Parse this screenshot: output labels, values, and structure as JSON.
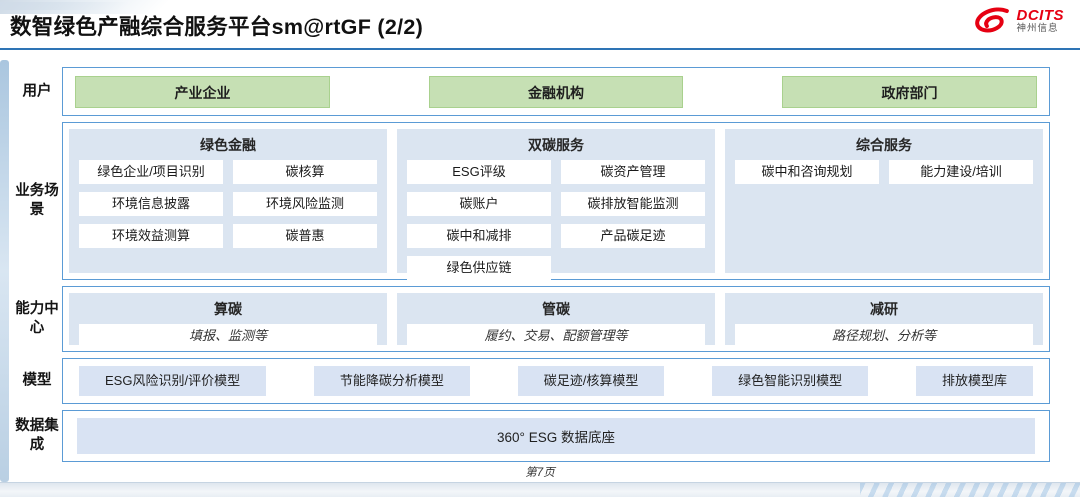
{
  "header": {
    "title": "数智绿色产融综合服务平台sm@rtGF (2/2)",
    "logo": {
      "brand": "DCITS",
      "subbrand": "神州信息"
    }
  },
  "rows": {
    "users": {
      "label": "用户",
      "items": [
        "产业企业",
        "金融机构",
        "政府部门"
      ]
    },
    "scenarios": {
      "label": "业务场景",
      "groups": [
        {
          "title": "绿色金融",
          "items": [
            "绿色企业/项目识别",
            "碳核算",
            "环境信息披露",
            "环境风险监测",
            "环境效益测算",
            "碳普惠"
          ]
        },
        {
          "title": "双碳服务",
          "items": [
            "ESG评级",
            "碳资产管理",
            "碳账户",
            "碳排放智能监测",
            "碳中和减排",
            "产品碳足迹",
            "绿色供应链"
          ]
        },
        {
          "title": "综合服务",
          "items": [
            "碳中和咨询规划",
            "能力建设/培训"
          ]
        }
      ]
    },
    "capabilities": {
      "label": "能力中心",
      "groups": [
        {
          "title": "算碳",
          "desc": "填报、监测等"
        },
        {
          "title": "管碳",
          "desc": "履约、交易、配额管理等"
        },
        {
          "title": "减研",
          "desc": "路径规划、分析等"
        }
      ]
    },
    "models": {
      "label": "模型",
      "items": [
        "ESG风险识别/评价模型",
        "节能降碳分析模型",
        "碳足迹/核算模型",
        "绿色智能识别模型",
        "排放模型库"
      ]
    },
    "data_integration": {
      "label": "数据集成",
      "items": [
        "360° ESG 数据底座"
      ]
    }
  },
  "footer": {
    "page": "第7页"
  },
  "colors": {
    "accent_blue": "#5b9bd5",
    "title_line_blue": "#2e74b5",
    "panel_blue": "#dbe5f1",
    "model_box_blue": "#d9e3f3",
    "green_fill": "#c6e0b4",
    "green_border": "#a9d18e",
    "brand_red": "#e60012",
    "text_dark": "#1f1f1f"
  }
}
